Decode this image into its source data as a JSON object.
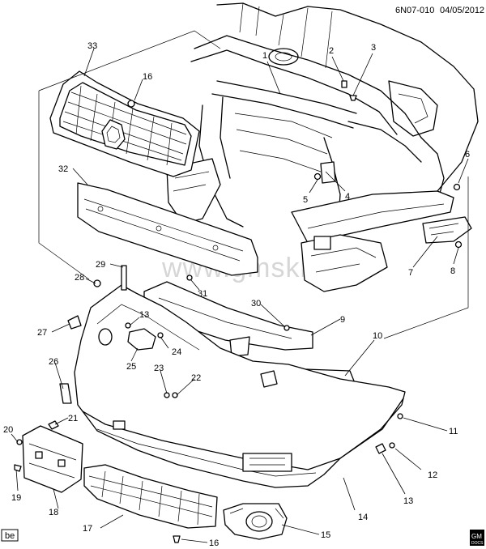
{
  "header": {
    "code": "6N07-010",
    "date": "04/05/2012"
  },
  "watermark": "www.gmsklad.ru",
  "footer": {
    "tag": "be",
    "logo_top": "GM",
    "logo_bottom": "DOCS"
  },
  "callouts": {
    "c1": "1",
    "c2": "2",
    "c3": "3",
    "c4": "4",
    "c5": "5",
    "c6": "6",
    "c7": "7",
    "c8": "8",
    "c9": "9",
    "c10": "10",
    "c11": "11",
    "c12": "12",
    "c13a": "13",
    "c13b": "13",
    "c14": "14",
    "c15": "15",
    "c16a": "16",
    "c16b": "16",
    "c17": "17",
    "c18": "18",
    "c19": "19",
    "c20": "20",
    "c21": "21",
    "c22": "22",
    "c23": "23",
    "c24": "24",
    "c25": "25",
    "c26": "26",
    "c27": "27",
    "c28": "28",
    "c29": "29",
    "c30": "30",
    "c31": "31",
    "c32": "32",
    "c33": "33"
  }
}
